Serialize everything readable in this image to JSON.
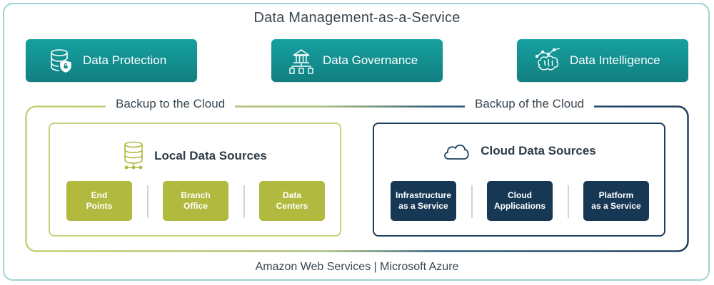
{
  "title": "Data Management-as-a-Service",
  "services": [
    {
      "label": "Data Protection",
      "icon": "database-shield-icon"
    },
    {
      "label": "Data Governance",
      "icon": "building-documents-icon"
    },
    {
      "label": "Data Intelligence",
      "icon": "brain-chart-icon"
    }
  ],
  "section_labels": {
    "left": "Backup to the Cloud",
    "right": "Backup of the Cloud"
  },
  "local_panel": {
    "title": "Local Data Sources",
    "icon": "database-network-icon",
    "tiles": [
      {
        "label": "End\nPoints"
      },
      {
        "label": "Branch\nOffice"
      },
      {
        "label": "Data\nCenters"
      }
    ]
  },
  "cloud_panel": {
    "title": "Cloud Data Sources",
    "icon": "cloud-icon",
    "tiles": [
      {
        "label": "Infrastructure\nas a Service"
      },
      {
        "label": "Cloud\nApplications"
      },
      {
        "label": "Platform\nas a  Service"
      }
    ]
  },
  "footer": "Amazon Web Services | Microsoft Azure",
  "colors": {
    "teal": "#138c8c",
    "olive": "#b2b93f",
    "navy": "#173855",
    "frame": "#9fd3d3"
  }
}
